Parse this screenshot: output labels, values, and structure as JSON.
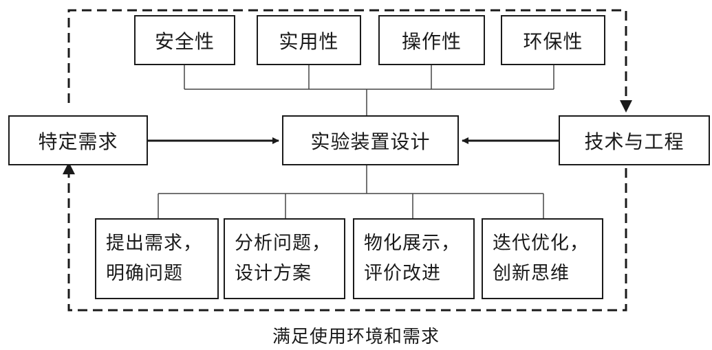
{
  "diagram": {
    "top_properties": [
      "安全性",
      "实用性",
      "操作性",
      "环保性"
    ],
    "left_node": "特定需求",
    "center_node": "实验装置设计",
    "right_node": "技术与工程",
    "bottom_steps": [
      {
        "line1": "提出需求，",
        "line2": "明确问题"
      },
      {
        "line1": "分析问题，",
        "line2": "设计方案"
      },
      {
        "line1": "物化展示，",
        "line2": "评价改进"
      },
      {
        "line1": "迭代优化，",
        "line2": "创新思维"
      }
    ],
    "loop_caption": "满足使用环境和需求"
  }
}
